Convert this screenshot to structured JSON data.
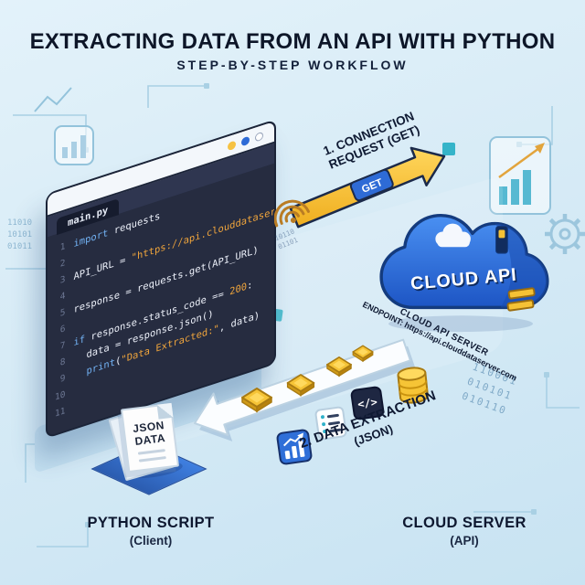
{
  "header": {
    "title": "EXTRACTING DATA FROM AN API WITH PYTHON",
    "subtitle": "STEP-BY-STEP WORKFLOW"
  },
  "window": {
    "tab_label": "main.py",
    "line_numbers": [
      "1",
      "2",
      "3",
      "4",
      "5",
      "6",
      "7",
      "8",
      "9",
      "10",
      "11"
    ],
    "code": {
      "l1_kw": "import",
      "l1_rest": " requests",
      "l3_pre": "API_URL = ",
      "l3_str": "\"https://api.clouddataserver\"",
      "l5": "response = requests.get(API_URL)",
      "l7_kw": "if",
      "l7_mid": " response.status_code == ",
      "l7_num": "200",
      "l7_end": ":",
      "l8": "data = response.json()",
      "l9_kw": "print",
      "l9_open": "(",
      "l9_str": "\"Data Extracted:\"",
      "l9_end": ", data)"
    }
  },
  "request": {
    "step_line1": "1. CONNECTION",
    "step_line2": "REQUEST (GET)",
    "badge": "GET"
  },
  "response": {
    "step_line1": "2. DATA EXTRACTION",
    "step_line2": "(JSON)"
  },
  "cloud": {
    "label": "CLOUD API",
    "caption_line1": "CLOUD API SERVER",
    "caption_line2": "ENDPOINT: https://api.clouddataserver.com"
  },
  "json_doc": {
    "line1": "JSON",
    "line2": "DATA"
  },
  "icons": {
    "code_glyph": "</>"
  },
  "footer": {
    "client_title": "PYTHON SCRIPT",
    "client_sub": "(Client)",
    "server_title": "CLOUD SERVER",
    "server_sub": "(API)"
  },
  "decor": {
    "binary_right": "110001\n010101\n010110",
    "binary_left": "11010\n10101\n01011",
    "binary_mini": "10110\n01101",
    "colors": {
      "accent_blue": "#2f6fd8",
      "gold": "#f6c436",
      "teal": "#35b4c9",
      "dark_navy": "#13203f",
      "background": "#d7ebf6",
      "code_background": "#262c40",
      "code_string": "#f0a53c",
      "code_keyword": "#72b2f4"
    }
  }
}
